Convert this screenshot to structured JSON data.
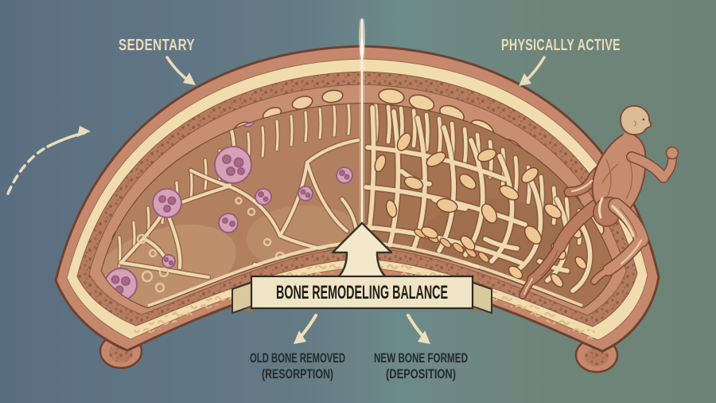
{
  "title": "Bone remodeling balance infographic",
  "conditions": {
    "left": "SEDENTARY",
    "right": "PHYSICALLY ACTIVE"
  },
  "banner": {
    "label": "BONE REMODELING BALANCE"
  },
  "processes": {
    "left": {
      "line1": "OLD BONE REMOVED",
      "line2": "(RESORPTION)"
    },
    "right": {
      "line1": "NEW BONE FORMED",
      "line2": "(DEPOSITION)"
    }
  },
  "icons": {
    "left_margin_arrow": "curved-dashed-arrow-icon",
    "sedentary_pointer": "curved-arrow-down-right-icon",
    "active_pointer": "curved-arrow-down-left-icon",
    "balance_arrow": "up-arrow-icon",
    "resorption_pointer": "curved-arrow-down-left-icon",
    "deposition_pointer": "curved-arrow-down-right-icon"
  },
  "colors": {
    "background_left": "#5a6e81",
    "background_mid": "#6d8a8b",
    "background_right": "#6e8377",
    "label_cream": "#e9dcbb",
    "banner_fill": "#efe4c5",
    "banner_text": "#1f1c16",
    "process_text": "#262a2b",
    "bone_outer": "#c6886c",
    "bone_speckle": "#b67c5f",
    "bone_cream_band": "#f1dcae",
    "marrow_left": "#b2805f",
    "marrow_right": "#a5734f",
    "trabecula": "#eed9b0",
    "osteoclast": "#d4a2b8",
    "osteoblast": "#eec893"
  }
}
